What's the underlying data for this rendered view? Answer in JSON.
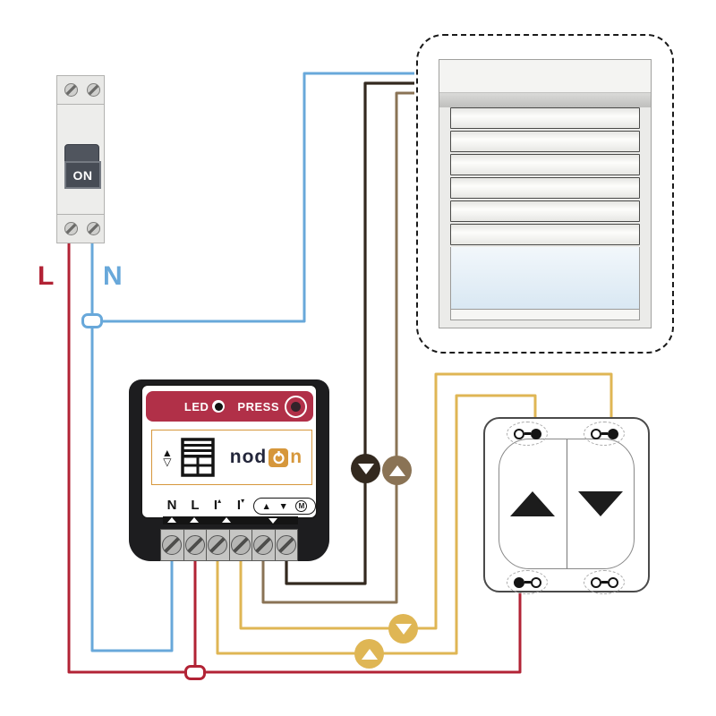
{
  "colors": {
    "line_red": "#b22335",
    "neutral_blue": "#68a8da",
    "switch_yellow": "#dfb654",
    "motor_up_brown": "#8a7355",
    "motor_down_dark": "#33291f",
    "module_red": "#b13048",
    "brand_orange": "#d6973b"
  },
  "breaker": {
    "switch_label": "ON"
  },
  "labels": {
    "line": "L",
    "neutral": "N"
  },
  "module": {
    "led_label": "LED",
    "press_label": "PRESS",
    "logo_left": "nod",
    "logo_right": "n",
    "terminals": {
      "neutral": "N",
      "line": "L",
      "input_up_base": "I",
      "input_up_mark": "▴",
      "input_down_base": "I",
      "input_down_mark": "▾",
      "motor_up": "▲",
      "motor_down": "▼",
      "memory": "M"
    }
  },
  "wall_switch": {
    "up_arrow": "▲",
    "down_arrow": "▼"
  },
  "icons": {
    "up_arrow": "▲",
    "down_arrow": "▼",
    "open_down_arrow": "▽",
    "power_symbol": "power",
    "screw_terminal": "slotted-screw"
  }
}
